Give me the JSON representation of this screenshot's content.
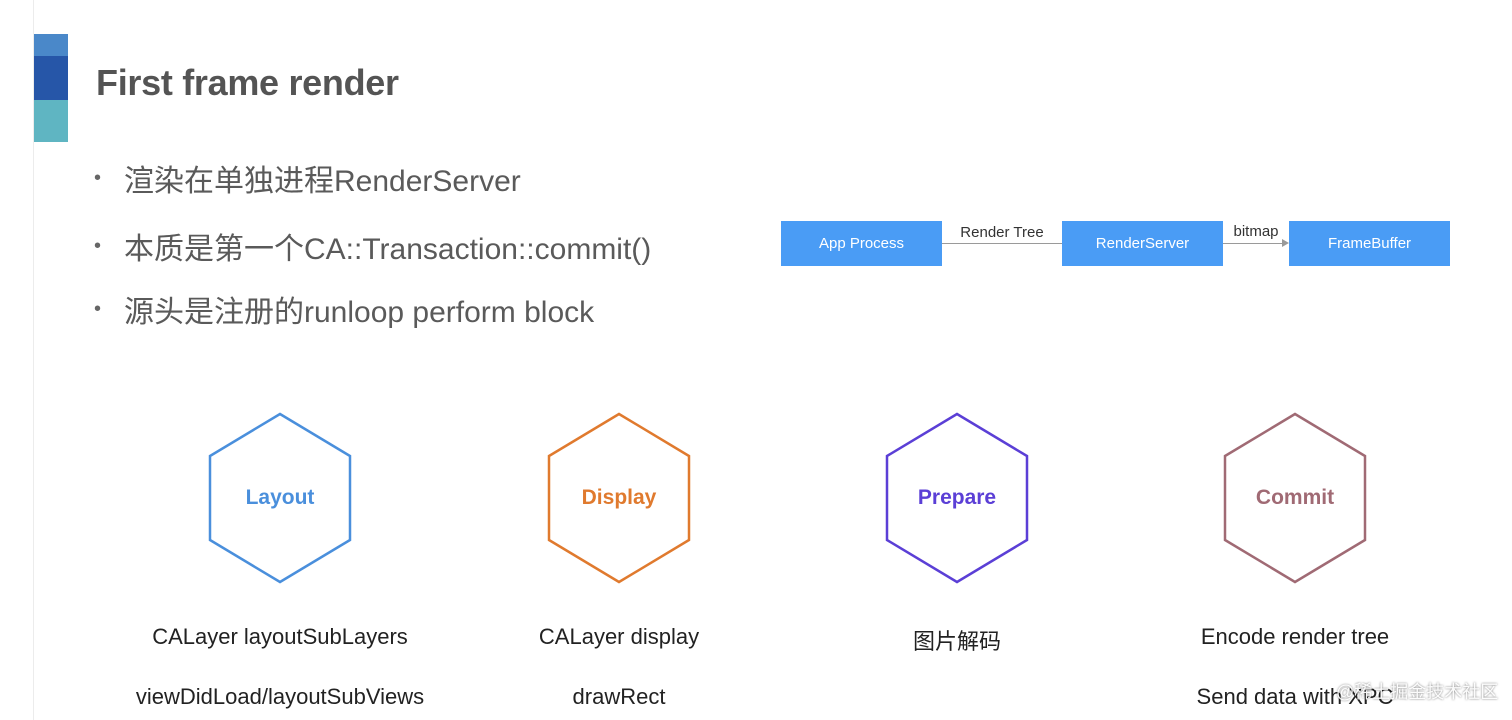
{
  "title": "First frame render",
  "bullets": [
    {
      "text": "渲染在单独进程RenderServer"
    },
    {
      "text": "本质是第一个CA::Transaction::commit()"
    },
    {
      "text": "源头是注册的runloop perform block"
    }
  ],
  "bullet_glyph": "•",
  "flow": {
    "nodes": [
      "App Process",
      "RenderServer",
      "FrameBuffer"
    ],
    "edges": [
      "Render Tree",
      "bitmap"
    ],
    "node_color": "#4a9cf5"
  },
  "stages": [
    {
      "label": "Layout",
      "color": "#4a8fdc",
      "lines": [
        "CALayer layoutSubLayers",
        "viewDidLoad/layoutSubViews"
      ]
    },
    {
      "label": "Display",
      "color": "#e07a2e",
      "lines": [
        "CALayer display",
        "drawRect"
      ]
    },
    {
      "label": "Prepare",
      "color": "#5b3fd6",
      "lines": [
        "图片解码"
      ]
    },
    {
      "label": "Commit",
      "color": "#a06a74",
      "lines": [
        "Encode render tree",
        "Send data with XPC"
      ]
    }
  ],
  "watermark": "@稀土掘金技术社区",
  "accent_colors": [
    "#4a88c9",
    "#2656a8",
    "#5fb5c2"
  ]
}
